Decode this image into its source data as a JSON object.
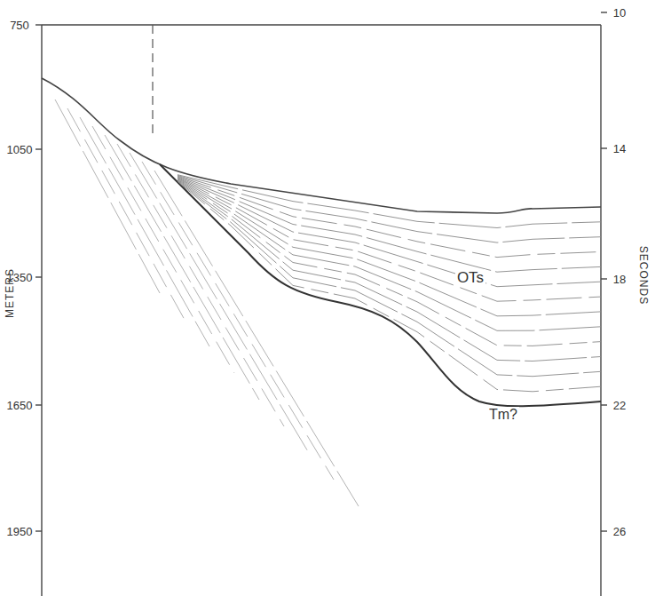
{
  "diagram": {
    "labels": [
      "750",
      "1050",
      "1350",
      "1650",
      "1950",
      "METERS",
      "10",
      "14",
      "18",
      "22",
      "26",
      "SECONDS",
      "OTs",
      "Tm?"
    ]
  }
}
